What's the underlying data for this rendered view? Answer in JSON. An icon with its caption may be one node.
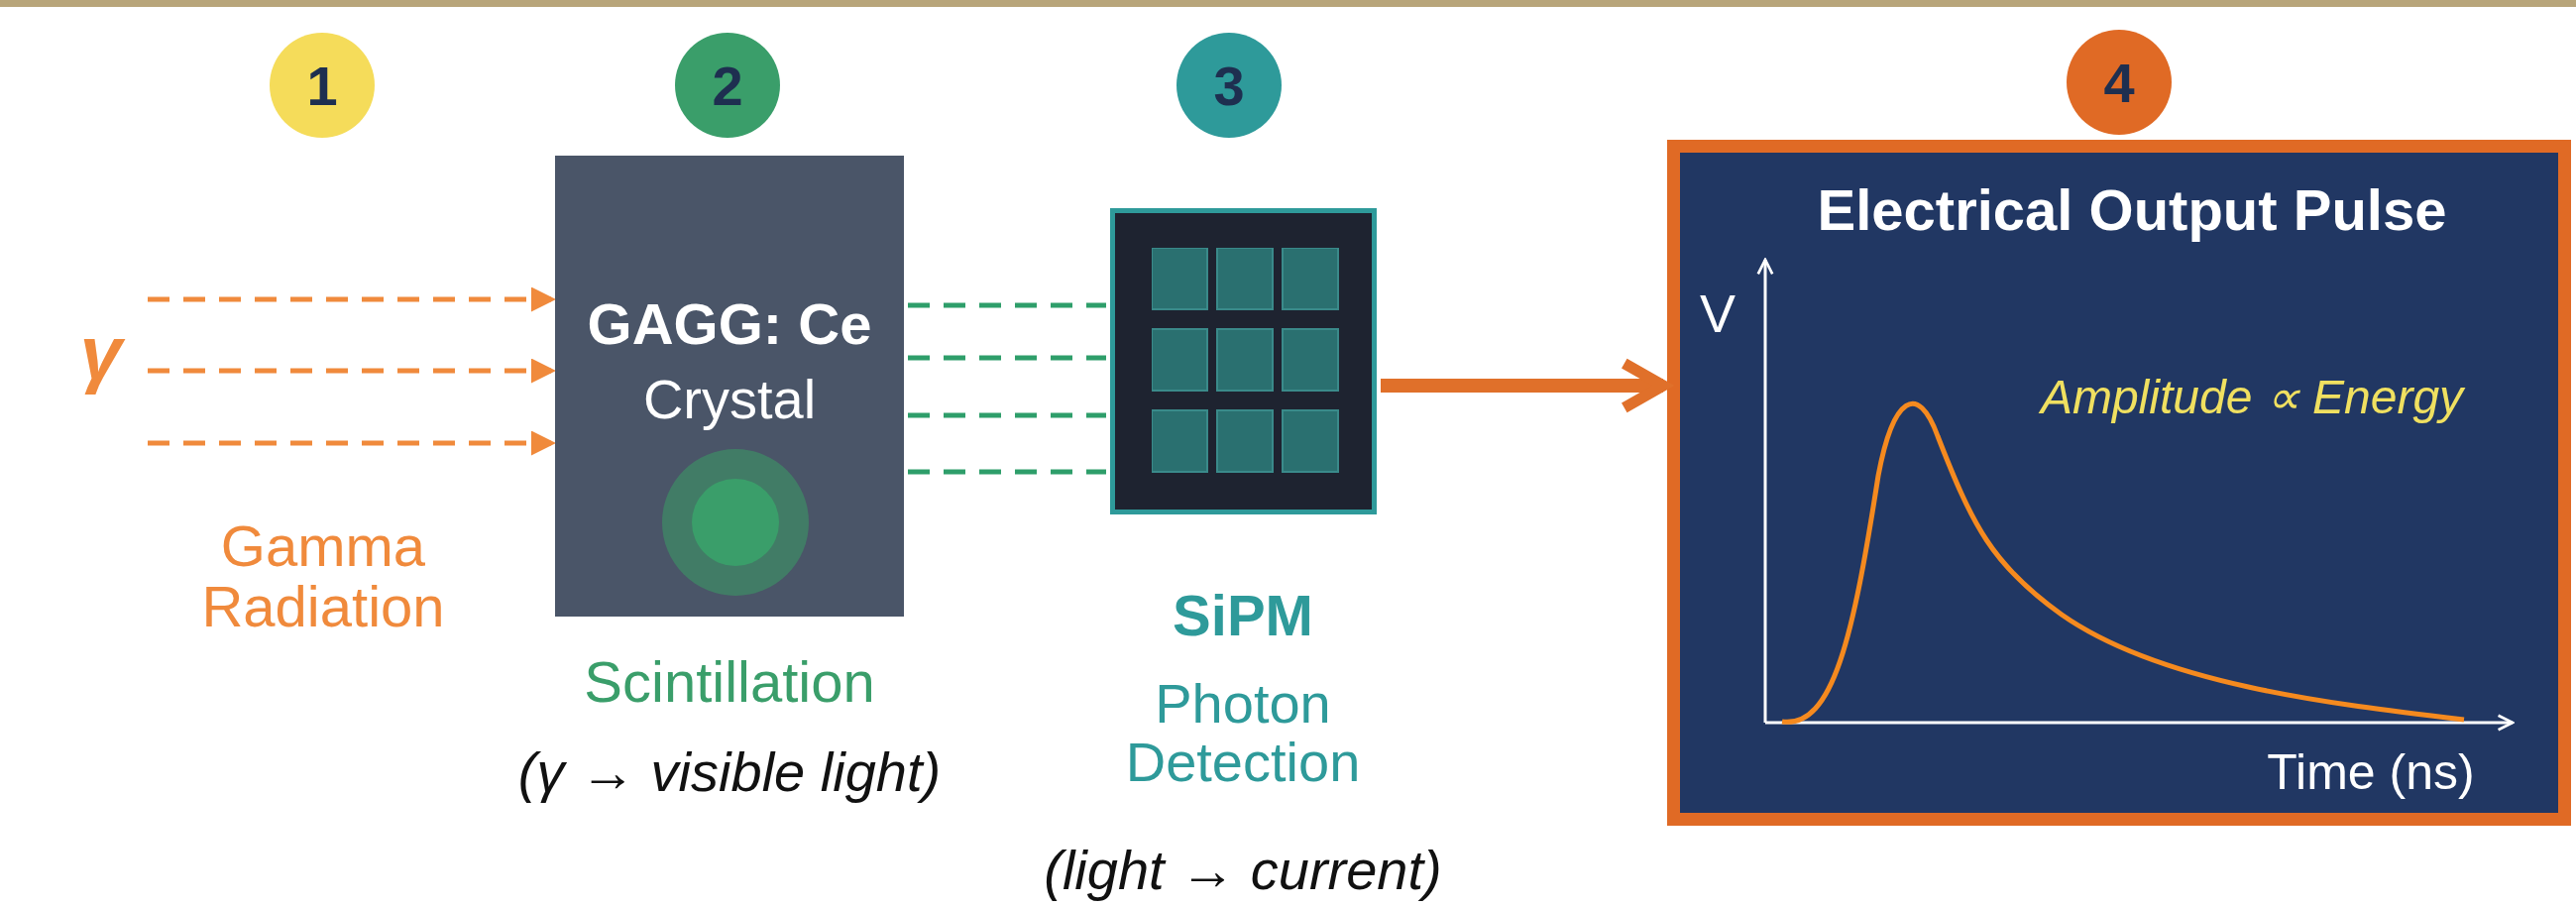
{
  "diagram": {
    "nodes": [
      {
        "text": [
          "γ"
        ]
      },
      {
        "text": [
          "GAGG: Ce",
          "Crystal"
        ],
        "beside": [
          "Scintillation",
          "(γ → visible light)"
        ]
      },
      {
        "text": [],
        "shape": "box",
        "beside": [
          "SiPM",
          "Photon Detection",
          "(light → current)"
        ]
      },
      {
        "text": [
          "Electrical Output Pulse"
        ]
      }
    ],
    "edges": [
      {
        "from": 0,
        "to": 1,
        "arrow": "to",
        "style": "dashed",
        "color": "#f08a3c"
      },
      {
        "from": 0,
        "to": 1,
        "arrow": "to",
        "style": "dashed",
        "color": "#f08a3c"
      },
      {
        "from": 0,
        "to": 1,
        "arrow": "to",
        "style": "dashed",
        "color": "#f08a3c"
      },
      {
        "from": 1,
        "to": 2,
        "arrow": "none",
        "style": "dashed",
        "color": "#2e9e6a"
      },
      {
        "from": 1,
        "to": 2,
        "arrow": "none",
        "style": "dashed",
        "color": "#2e9e6a"
      },
      {
        "from": 1,
        "to": 2,
        "arrow": "none",
        "style": "dashed",
        "color": "#2e9e6a"
      },
      {
        "from": 1,
        "to": 2,
        "arrow": "none",
        "style": "dashed",
        "color": "#2e9e6a"
      },
      {
        "from": 2,
        "to": 3,
        "arrow": "to",
        "style": "thick",
        "color": "#e0702a"
      }
    ],
    "labels": [
      "1",
      "2",
      "3",
      "4",
      "V",
      "Amplitude ∝ Energy",
      "Gamma Radiation",
      "Time (ns)"
    ]
  }
}
